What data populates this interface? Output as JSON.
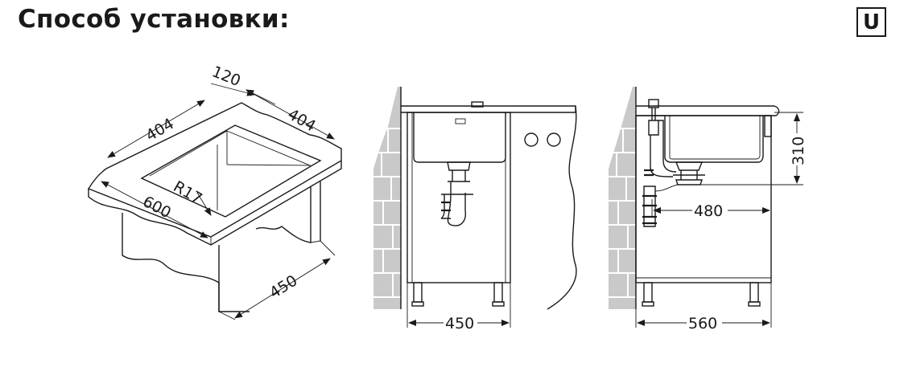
{
  "header": {
    "title": "Способ установки:",
    "badge_label": "U"
  },
  "dimensions": {
    "iso_top_depth": "120",
    "iso_cutout_width": "404",
    "iso_cutout_depth": "404",
    "iso_radius": "R17",
    "iso_counter_width": "600",
    "iso_cabinet_width": "450",
    "front_cabinet_width": "450",
    "side_cabinet_depth": "560",
    "side_drain_offset": "480",
    "side_bowl_depth": "310"
  }
}
